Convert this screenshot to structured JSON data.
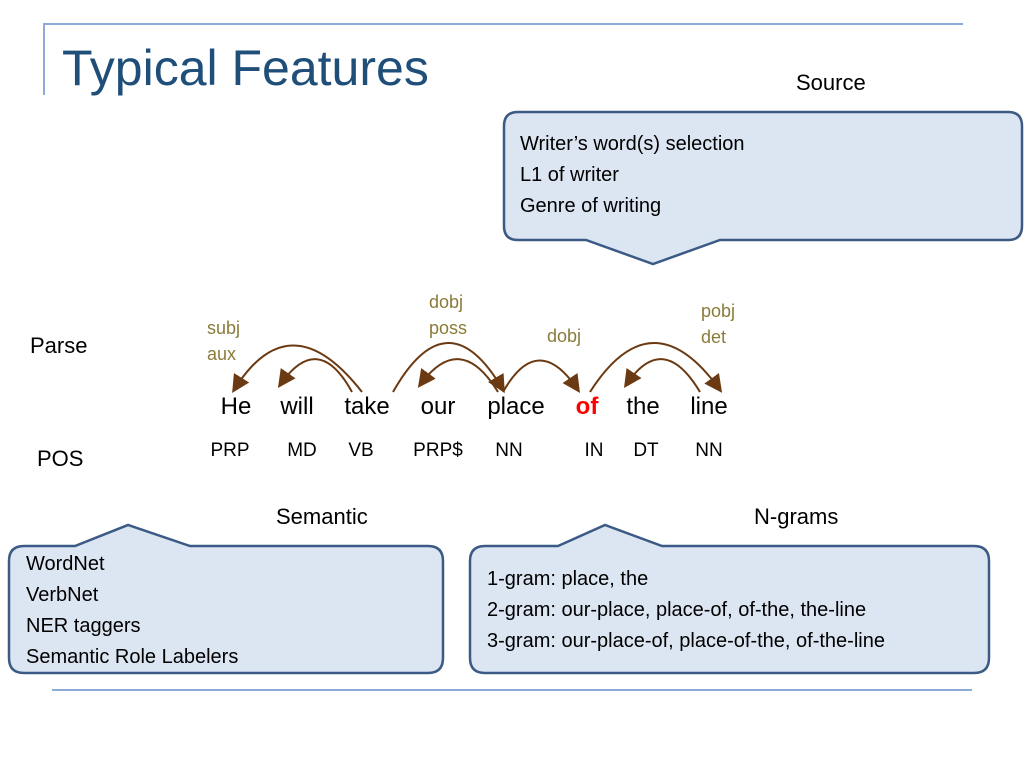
{
  "title": "Typical Features",
  "source": {
    "heading": "Source",
    "items": [
      "Writer’s word(s) selection",
      "L1 of writer",
      "Genre of writing"
    ]
  },
  "parse": {
    "label": "Parse",
    "words": [
      "He",
      "will",
      "take",
      "our",
      "place",
      "of",
      "the",
      "line"
    ],
    "focus_word": "of",
    "arc_labels": {
      "subj_aux": [
        "subj",
        "aux"
      ],
      "dobj_poss": [
        "dobj",
        "poss"
      ],
      "dobj": "dobj",
      "pobj_det": [
        "pobj",
        "det"
      ]
    }
  },
  "pos": {
    "label": "POS",
    "tags": [
      "PRP",
      "MD",
      "VB",
      "PRP$",
      "NN",
      "IN",
      "DT",
      "NN"
    ]
  },
  "semantic": {
    "heading": "Semantic",
    "items": [
      "WordNet",
      "VerbNet",
      "NER taggers",
      "Semantic Role Labelers"
    ]
  },
  "ngrams": {
    "heading": "N-grams",
    "items": [
      "1-gram: place, the",
      "2-gram: our-place, place-of, of-the, the-line",
      "3-gram: our-place-of, place-of-the, of-the-line"
    ]
  },
  "colors": {
    "title": "#1f4e79",
    "bubble_fill": "#dce6f2",
    "bubble_stroke": "#3b5a85",
    "arc": "#6b3a12",
    "arc_label": "#8b7b3a",
    "focus_word": "#ff0000"
  }
}
